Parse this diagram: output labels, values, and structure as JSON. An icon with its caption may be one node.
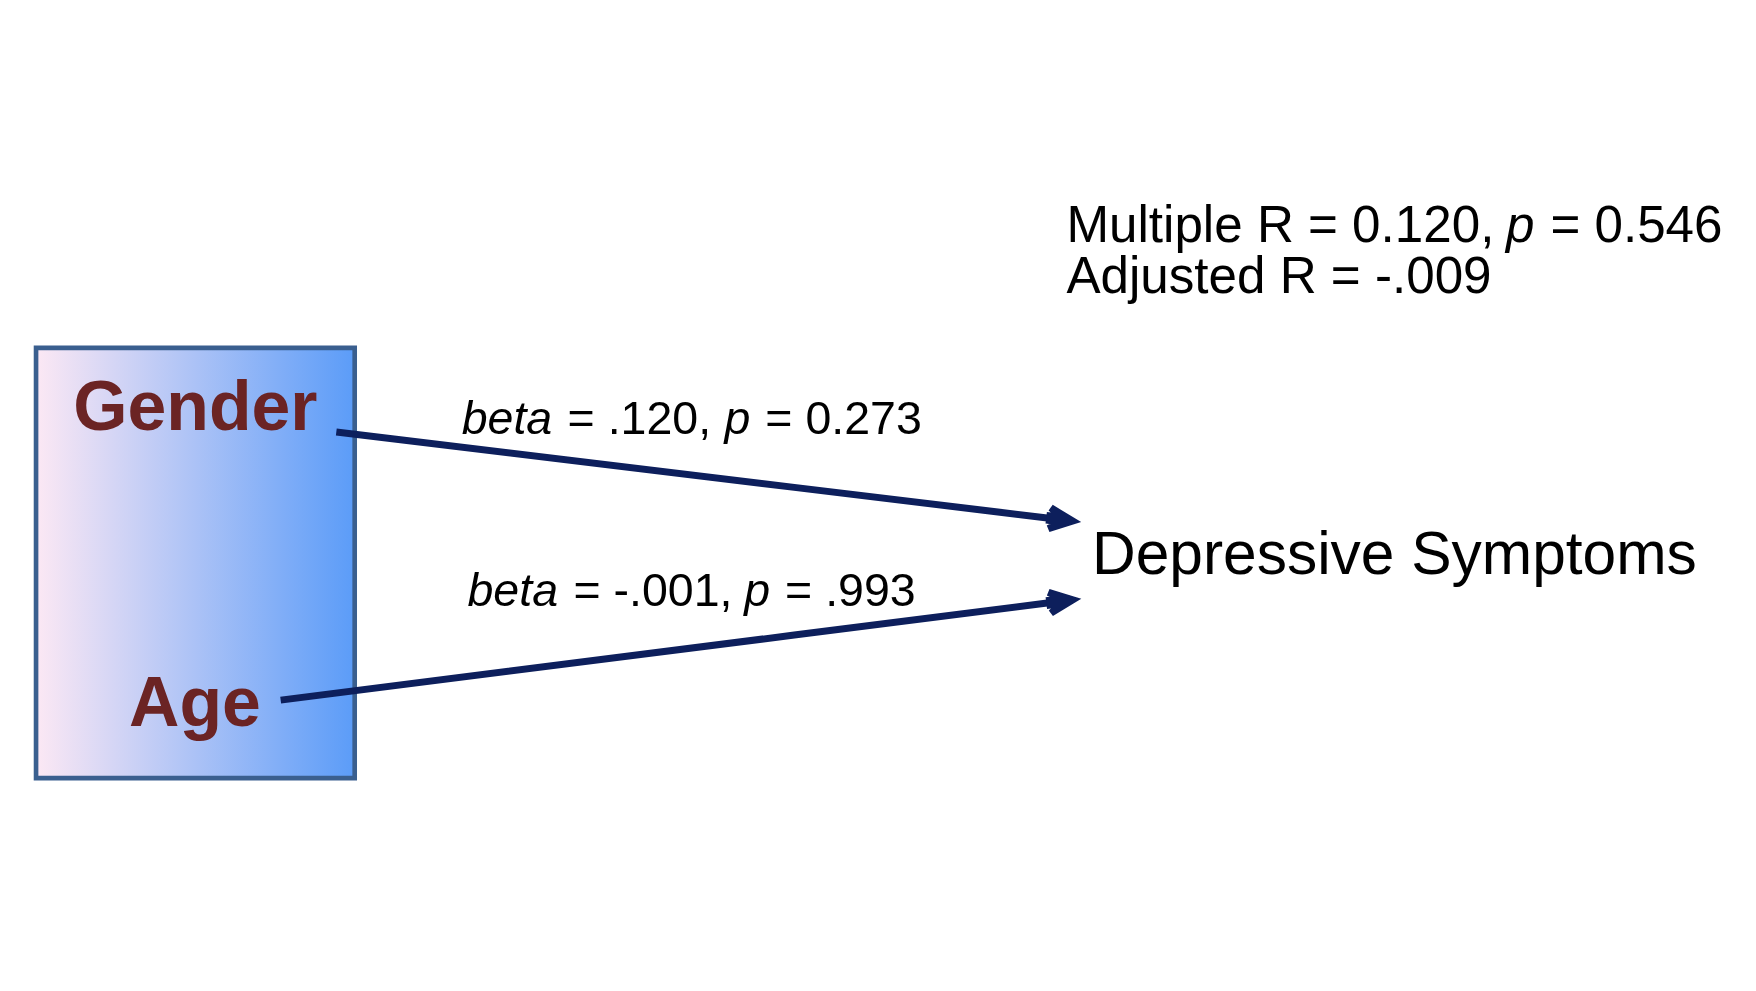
{
  "diagram": {
    "nodes": [
      {
        "text": [],
        "shape": "arrow"
      },
      {
        "text": [
          "Gender"
        ],
        "in": 0
      },
      {
        "text": [
          "Age"
        ],
        "in": 0
      },
      {
        "text": [
          "Depressive Symptoms"
        ]
      }
    ],
    "edges": [
      {
        "from": 1,
        "to": 3,
        "arrow": "to",
        "label": "*beta* = .120, *p* = 0.273"
      },
      {
        "from": 2,
        "to": 3,
        "arrow": "to",
        "label": "*beta* = -.001, *p* = .993"
      }
    ],
    "labels": [
      "Multiple R = 0.120, *p* = 0.546",
      "Adjusted R = -.009"
    ]
  }
}
